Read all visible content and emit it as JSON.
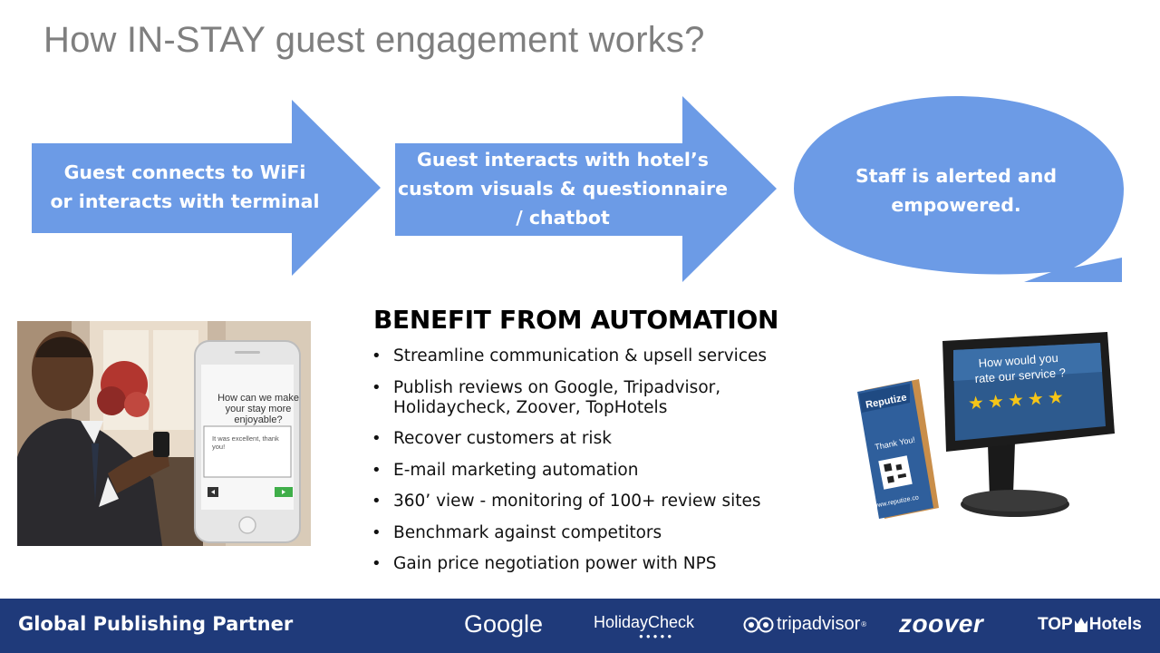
{
  "slide": {
    "title": "How IN-STAY guest engagement works?"
  },
  "flow": {
    "steps": [
      {
        "label": "Guest connects to WiFi\nor interacts with terminal"
      },
      {
        "label": "Guest interacts with hotel’s\ncustom visuals & questionnaire\n/ chatbot"
      },
      {
        "label": "Staff is alerted and\nempowered."
      }
    ],
    "color": "#6c9be6"
  },
  "phone": {
    "question": "How can we make your stay more enjoyable?",
    "answer": "It was excellent, thank you!"
  },
  "terminal": {
    "screen_text": "How would you rate our service ?",
    "stars": 5,
    "card_brand": "Reputize",
    "card_thanks": "Thank You!",
    "card_url": "www.reputize.co"
  },
  "benefits": {
    "title": "BENEFIT FROM AUTOMATION",
    "items": [
      "Streamline communication & upsell services",
      "Publish reviews on Google, Tripadvisor,\nHolidaycheck, Zoover, TopHotels",
      "Recover customers at risk",
      "E-mail marketing automation",
      "360’ view - monitoring of 100+ review sites",
      "Benchmark against competitors",
      "Gain price negotiation power with NPS"
    ]
  },
  "footer": {
    "label": "Global Publishing Partner",
    "background": "#1f3a7a",
    "logos": {
      "google": "Google",
      "holidaycheck": "HolidayCheck",
      "holidaycheck_dots": "●●●●●",
      "tripadvisor": "tripadvisor",
      "tripadvisor_mark": "®",
      "zoover": "zoover",
      "tophotels_a": "TOP",
      "tophotels_b": "Hotels"
    }
  }
}
